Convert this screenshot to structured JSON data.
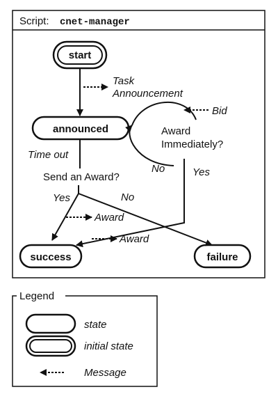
{
  "script": {
    "prefix": "Script:",
    "name": "cnet-manager"
  },
  "states": {
    "start": "start",
    "announced": "announced",
    "success": "success",
    "failure": "failure"
  },
  "messages": {
    "task_announcement_line1": "Task",
    "task_announcement_line2": "Announcement",
    "bid": "Bid",
    "award_1": "Award",
    "award_2": "Award"
  },
  "conditions": {
    "award_immediately_line1": "Award",
    "award_immediately_line2": "Immediately?",
    "send_an_award": "Send an Award?",
    "time_out": "Time out",
    "yes_right": "Yes",
    "no_right": "No",
    "yes_left": "Yes",
    "no_left": "No"
  },
  "legend": {
    "title": "Legend",
    "state": "state",
    "initial_state": "initial state",
    "message": "Message"
  }
}
